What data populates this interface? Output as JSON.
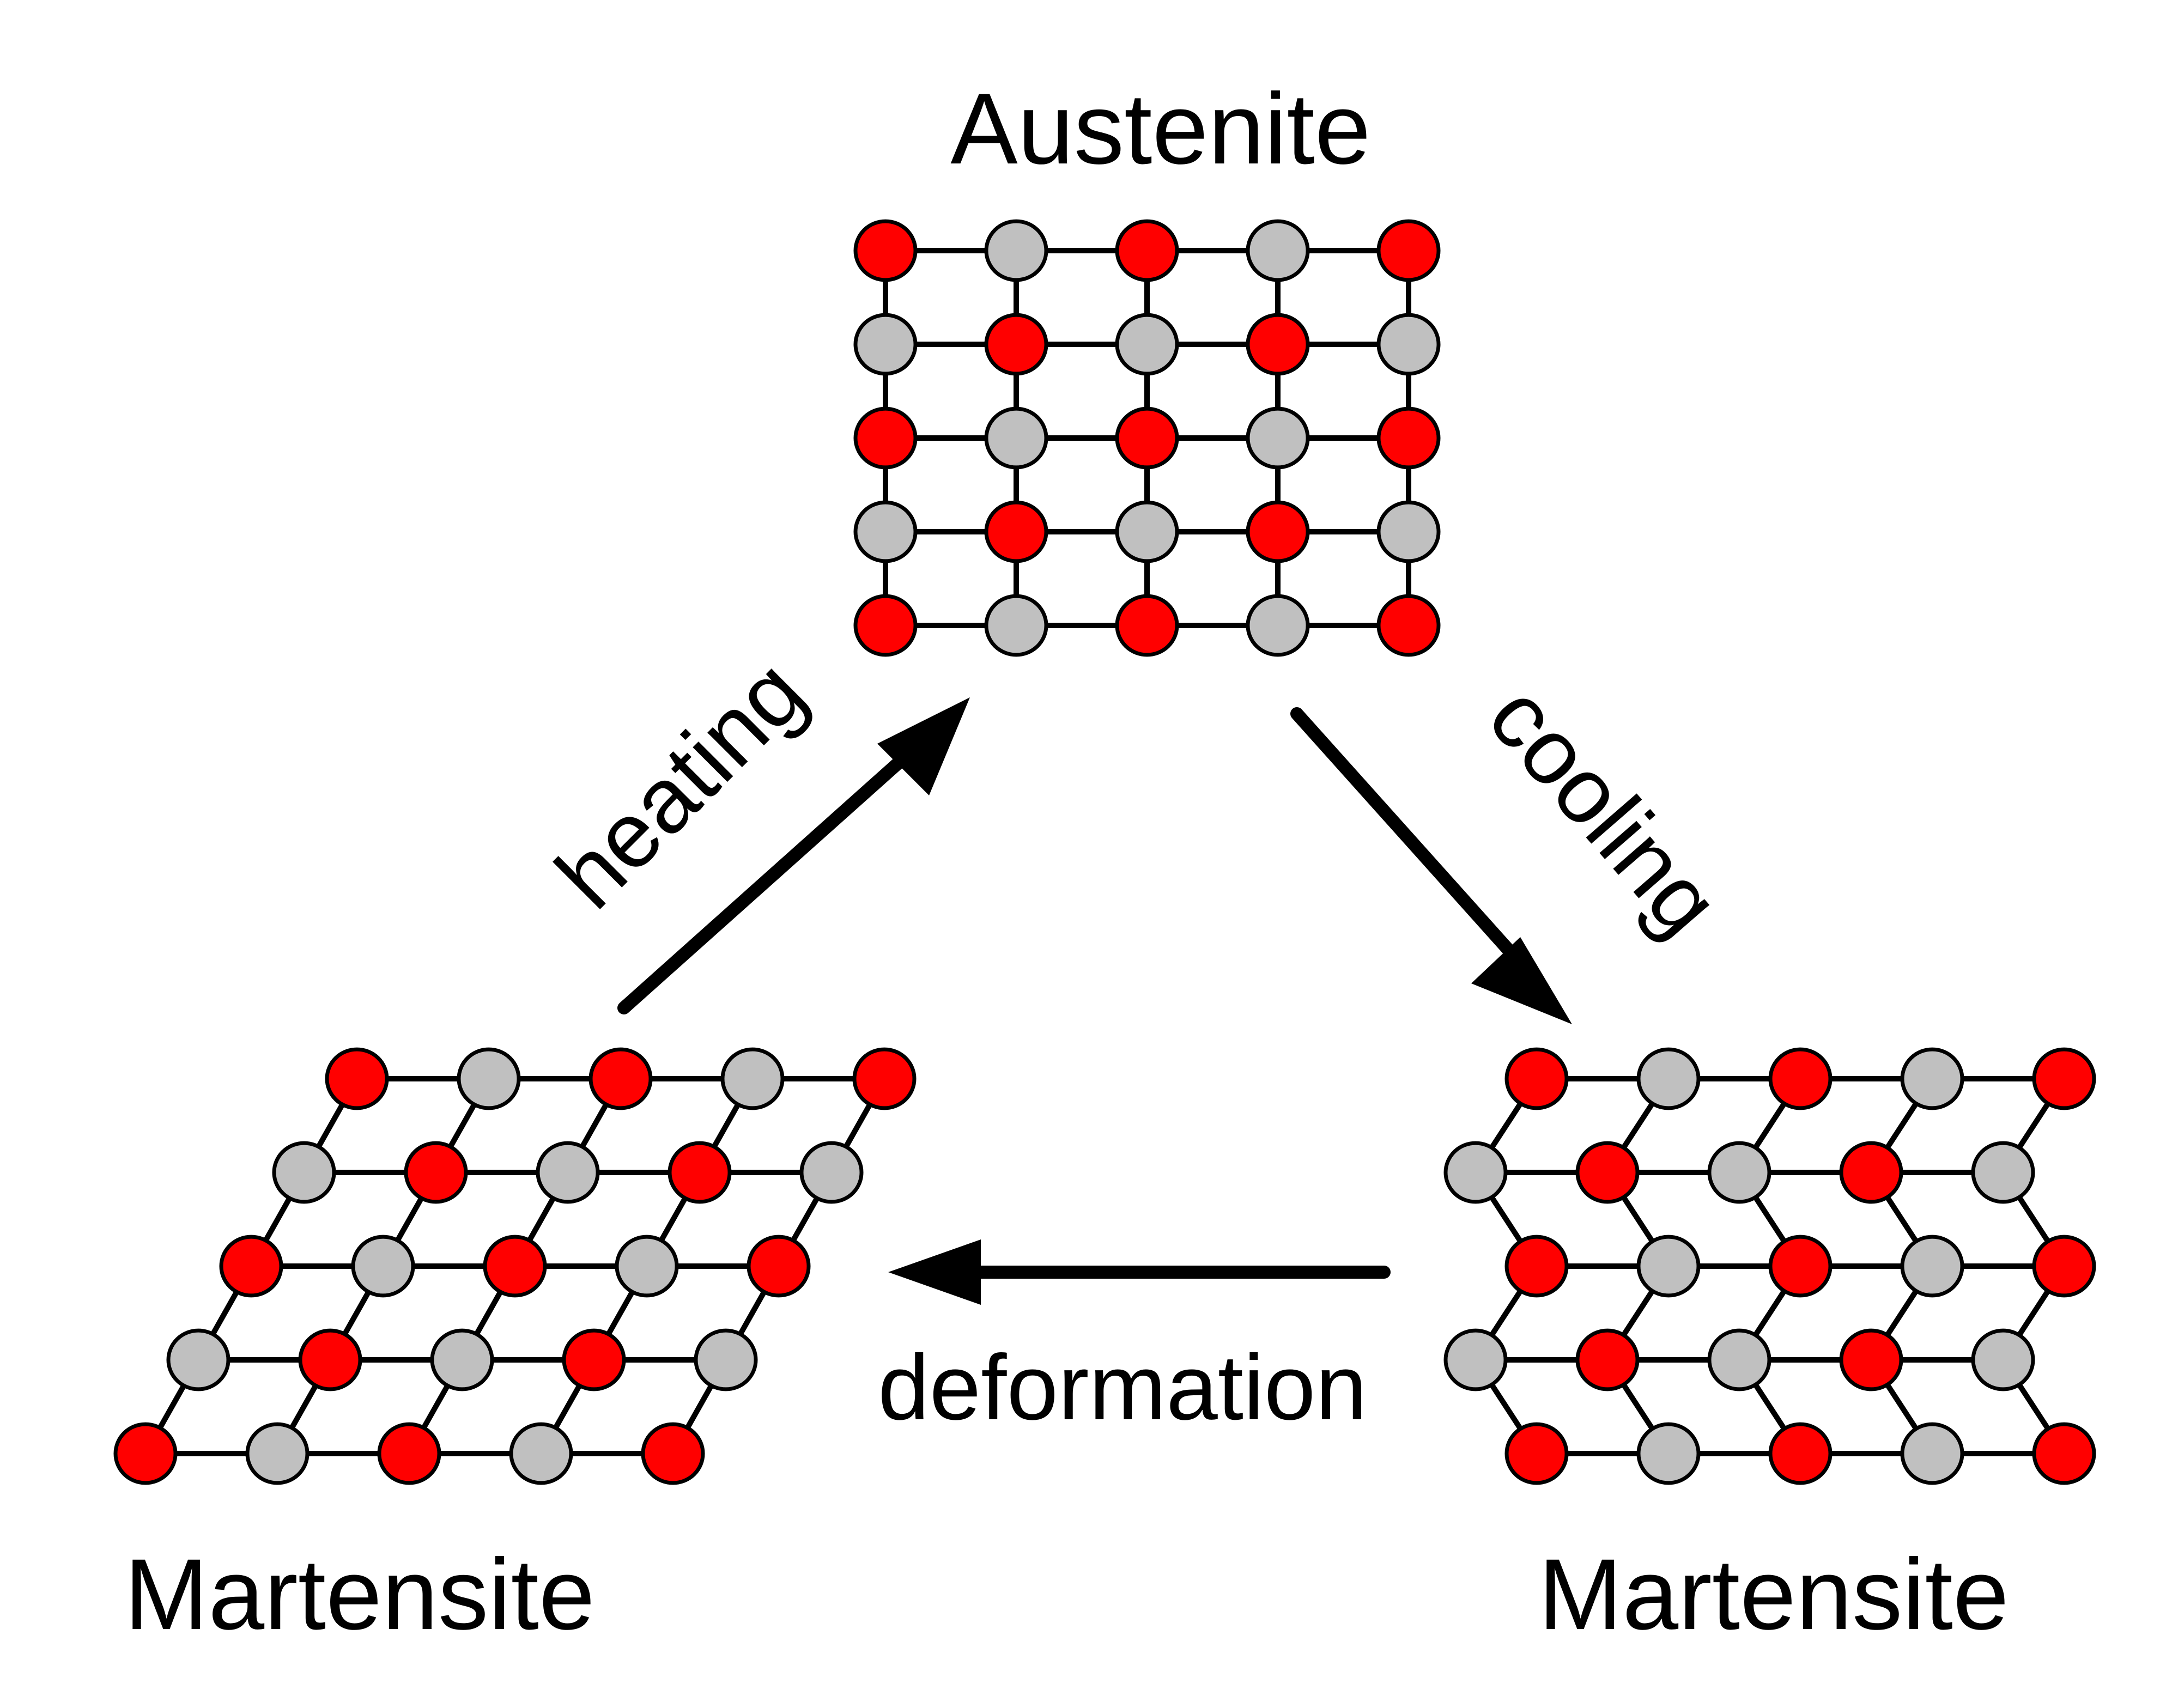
{
  "labels": {
    "top": "Austenite",
    "bottom_left": "Martensite",
    "bottom_right": "Martensite"
  },
  "processes": {
    "heating": "heating",
    "cooling": "cooling",
    "deformation": "deformation"
  },
  "atom_colors": {
    "red": "#ff0000",
    "gray": "#c0c0c0",
    "outline": "#000000"
  },
  "lattices": {
    "austenite": {
      "pattern": [
        [
          "red",
          "gray",
          "red",
          "gray",
          "red"
        ],
        [
          "gray",
          "red",
          "gray",
          "red",
          "gray"
        ],
        [
          "red",
          "gray",
          "red",
          "gray",
          "red"
        ],
        [
          "gray",
          "red",
          "gray",
          "red",
          "gray"
        ],
        [
          "red",
          "gray",
          "red",
          "gray",
          "red"
        ]
      ]
    },
    "martensite_deformed": {
      "pattern": [
        [
          "red",
          "gray",
          "red",
          "gray",
          "red"
        ],
        [
          "gray",
          "red",
          "gray",
          "red",
          "gray"
        ],
        [
          "red",
          "gray",
          "red",
          "gray",
          "red"
        ],
        [
          "gray",
          "red",
          "gray",
          "red",
          "gray"
        ],
        [
          "red",
          "gray",
          "red",
          "gray",
          "red"
        ]
      ]
    },
    "martensite_twinned": {
      "pattern": [
        [
          "red",
          "gray",
          "red",
          "gray",
          "red"
        ],
        [
          "gray",
          "red",
          "gray",
          "red",
          "gray"
        ],
        [
          "red",
          "gray",
          "red",
          "gray",
          "red"
        ],
        [
          "gray",
          "red",
          "gray",
          "red",
          "gray"
        ],
        [
          "red",
          "gray",
          "red",
          "gray",
          "red"
        ]
      ]
    }
  }
}
